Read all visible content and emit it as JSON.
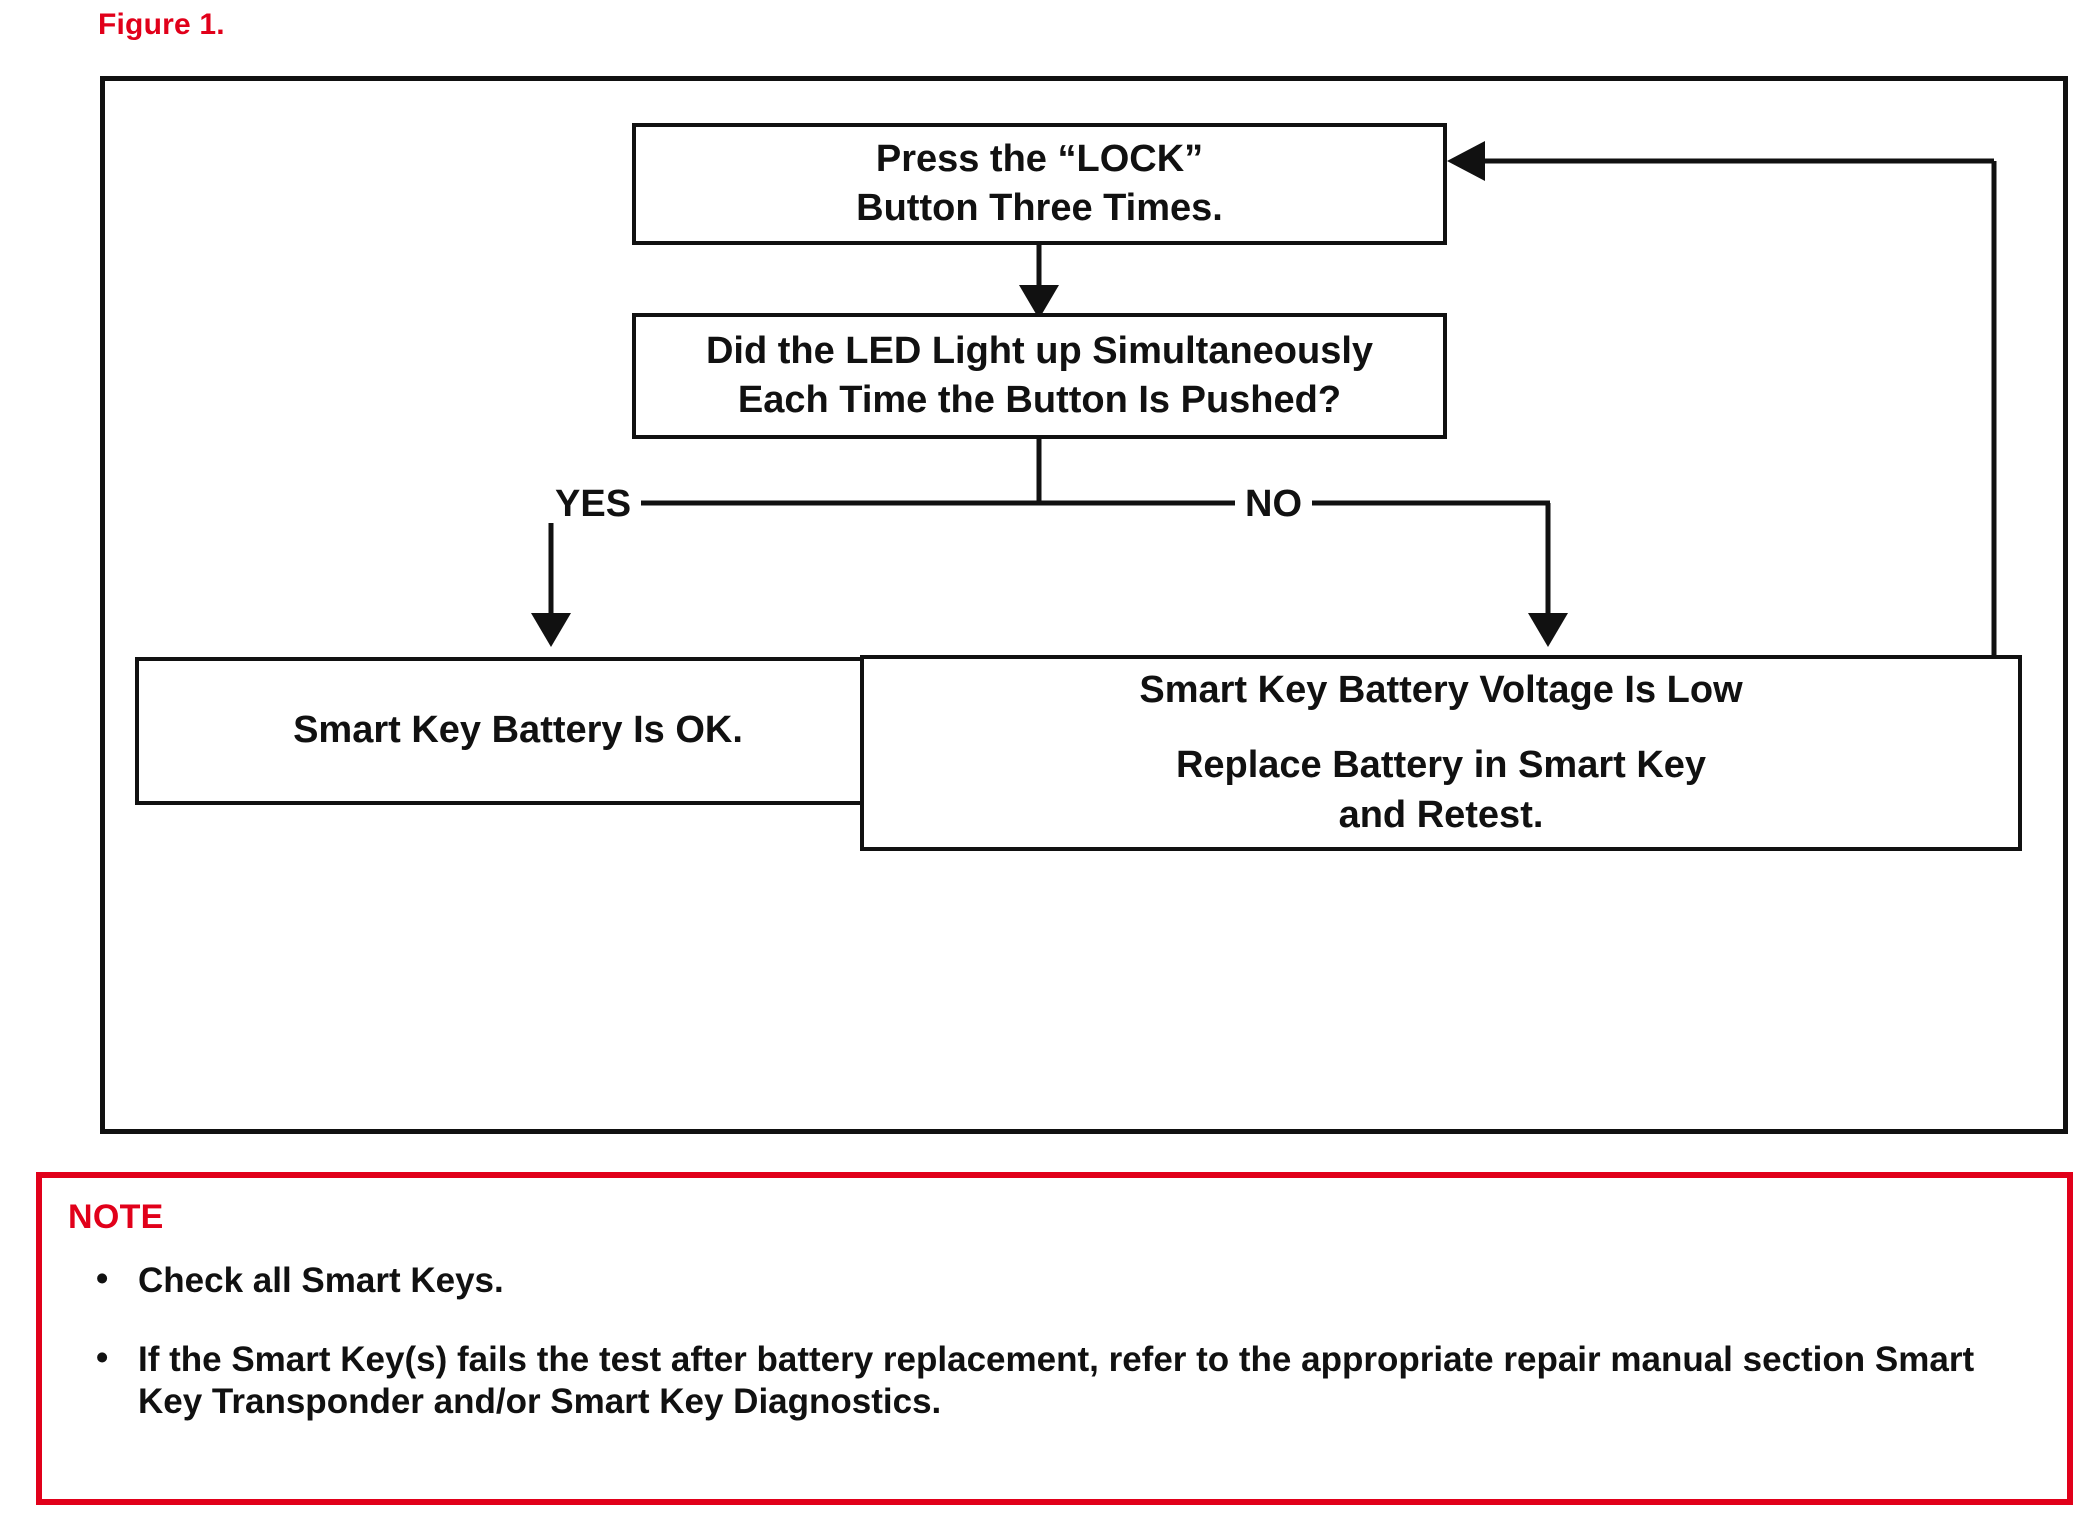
{
  "figure": {
    "caption": "Figure 1.",
    "caption_color": "#e1001a"
  },
  "flowchart": {
    "nodes": {
      "press_lock": {
        "line1": "Press the “LOCK”",
        "line2": "Button Three Times."
      },
      "led_question": {
        "line1": "Did the LED Light up Simultaneously",
        "line2": "Each Time the Button Is Pushed?"
      },
      "battery_ok": {
        "line1": "Smart Key Battery Is OK."
      },
      "battery_low": {
        "line1": "Smart Key Battery Voltage Is Low",
        "line2": "Replace Battery in Smart Key",
        "line3": "and Retest."
      }
    },
    "branches": {
      "yes": "YES",
      "no": "NO"
    },
    "line_color": "#111111"
  },
  "note": {
    "title": "NOTE",
    "border_color": "#e1001a",
    "bullet_glyph": "•",
    "items": [
      "Check all Smart Keys.",
      "If the Smart Key(s) fails the test after battery replacement, refer to the appropriate repair manual section Smart Key Transponder and/or Smart Key Diagnostics."
    ]
  }
}
